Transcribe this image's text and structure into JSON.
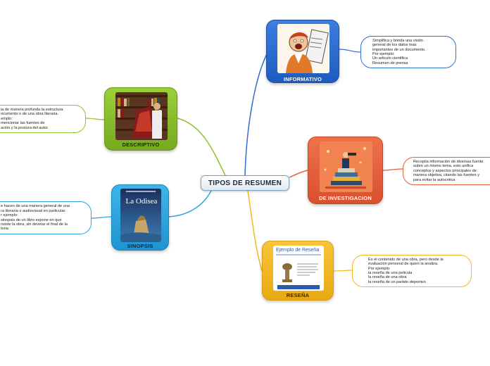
{
  "central": {
    "title": "TIPOS DE RESUMEN"
  },
  "topics": {
    "informativo": {
      "label": "INFORMATIVO",
      "color": "#2f6fd0",
      "note": [
        "Simplifica y brinda una visión",
        "general de los datos mas",
        "importantes de un documento.",
        "Por ejemplo:",
        "Un articulo cientifica",
        "Resumen de prensa"
      ]
    },
    "descriptivo": {
      "label": "DESCRIPTIVO",
      "color": "#8fc12e",
      "note": [
        "ia de manera profunda la estructura",
        "ocumento o de una obra literaria.",
        "emplo:",
        "mencionar las fuentes de",
        "ación y la postura del autor."
      ]
    },
    "investigacion": {
      "label": "DE INVESTIGACION",
      "color": "#e85e3a",
      "note": [
        "Recopila información de diversas fuente",
        "sobre un mismo tema, esto unifica",
        "conceptos y aspectos principales de",
        "manera objetiva, citando las fuentes y",
        "para evitar la autocritica"
      ]
    },
    "sinopsis": {
      "label": "SINOPSIS",
      "color": "#2fa7dd",
      "book_title": "La Odisea",
      "note": [
        "e hacen de una manera general de una",
        "ra literaria o audiovisual en particular.",
        "r ejemplo:",
        "sinopsis de un libro expone en que",
        "nsiste la obra, sin develar el final de la",
        "toria"
      ]
    },
    "resena": {
      "label": "RESEÑA",
      "color": "#f2b81e",
      "card_title": "Ejemplo de Reseña",
      "note": [
        "Es el contenido de una obra, pero desde la",
        "evaluación personal de quien la analiza.",
        "Por ejemplo:",
        "la reseña de una pelicula",
        "la reseña de una obra",
        "la reseña de un partido deportivo"
      ]
    }
  }
}
